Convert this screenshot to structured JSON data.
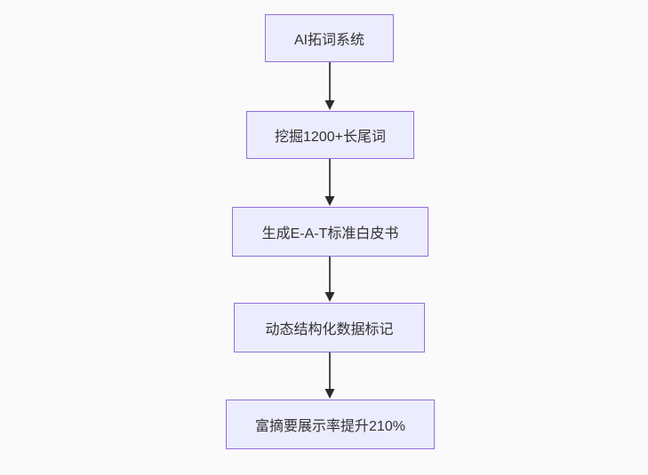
{
  "theme": {
    "page_bg": "#fafafa",
    "node_fill": "#ECECFF",
    "node_border": "#9370DB",
    "node_text": "#333333",
    "arrow_color": "#4a4a4a",
    "arrowhead_color": "#2b2b2b"
  },
  "flowchart": {
    "direction": "top-down",
    "nodes": [
      {
        "id": "n1",
        "label": "AI拓词系统"
      },
      {
        "id": "n2",
        "label": "挖掘1200+长尾词"
      },
      {
        "id": "n3",
        "label": "生成E-A-T标准白皮书"
      },
      {
        "id": "n4",
        "label": "动态结构化数据标记"
      },
      {
        "id": "n5",
        "label": "富摘要展示率提升210%"
      }
    ],
    "edges": [
      {
        "from": "n1",
        "to": "n2"
      },
      {
        "from": "n2",
        "to": "n3"
      },
      {
        "from": "n3",
        "to": "n4"
      },
      {
        "from": "n4",
        "to": "n5"
      }
    ]
  }
}
